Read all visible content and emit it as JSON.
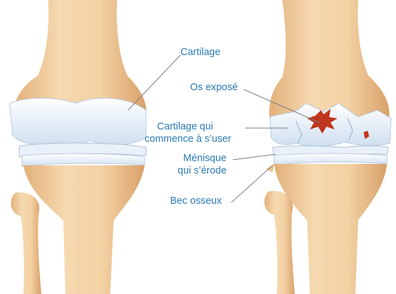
{
  "labels": {
    "cartilage": "Cartilage",
    "os_expose": "Os exposé",
    "cartilage_use_line1": "Cartilage qui",
    "cartilage_use_line2": "commence à s’user",
    "menisque_line1": "Ménisque",
    "menisque_line2": "qui s’érode",
    "bec_osseux": "Bec osseux"
  },
  "colors": {
    "label_text": "#2b7bb5",
    "leader_line": "#7a7a7a",
    "bone": "#f0c99a",
    "cartilage": "#dfeaf6",
    "lesion": "#c0351e"
  }
}
